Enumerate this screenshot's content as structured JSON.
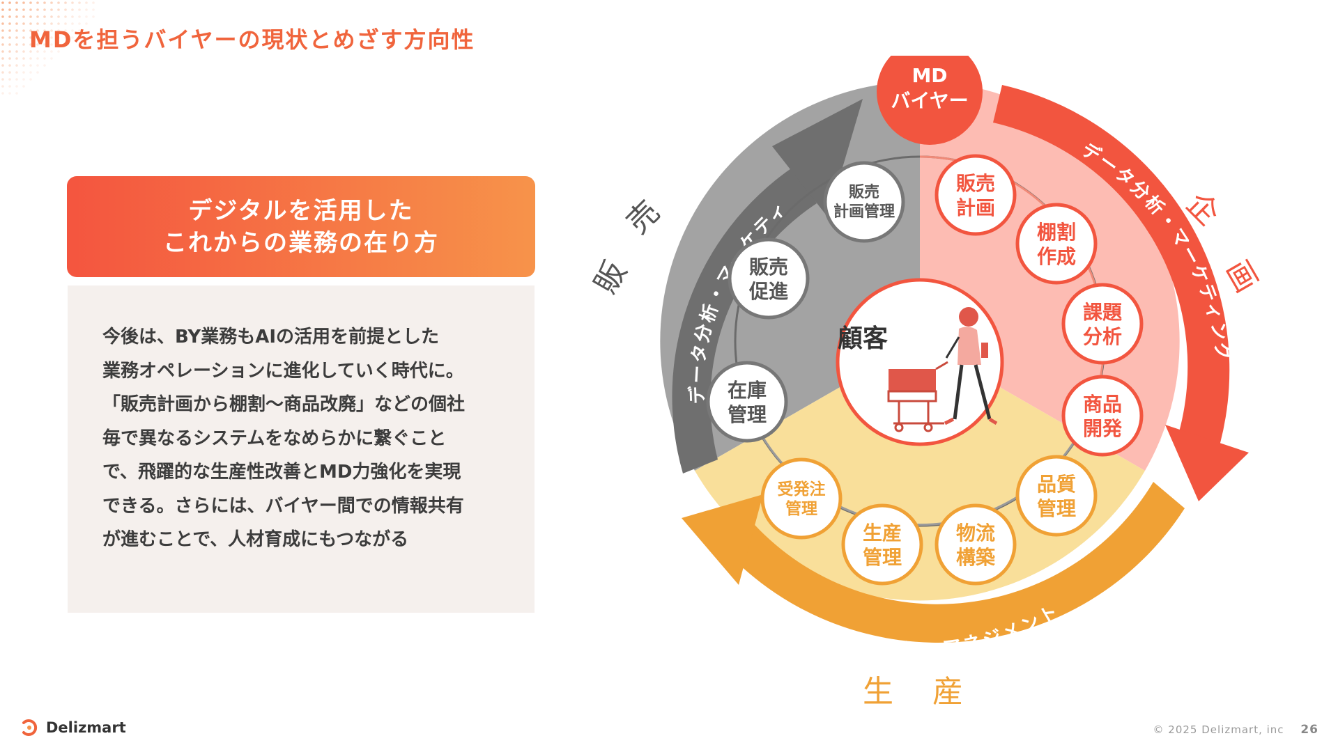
{
  "title": "MDを担うバイヤーの現状とめざす方向性",
  "card": {
    "head_line1": "デジタルを活用した",
    "head_line2": "これからの業務の在り方",
    "body_lines": [
      "今後は、BY業務もAIの活用を前提とした",
      "業務オペレーションに進化していく時代に。",
      "「販売計画から棚割〜商品改廃」などの個社",
      "毎で異なるシステムをなめらかに繋ぐこと",
      "で、飛躍的な生産性改善とMD力強化を実現",
      "できる。さらには、バイヤー間での情報共有",
      "が進むことで、人材育成にもつながる"
    ]
  },
  "diagram": {
    "top_badge": [
      "MD",
      "バイヤー"
    ],
    "center_label": "顧客",
    "sections": {
      "sales": {
        "label_chars": [
          "販",
          "売"
        ],
        "arc_text": "データ分析・マーケティング",
        "nodes": [
          [
            "販売",
            "計画管理"
          ],
          [
            "販売",
            "促進"
          ],
          [
            "在庫",
            "管理"
          ]
        ]
      },
      "planning": {
        "label_chars": [
          "企",
          "画"
        ],
        "arc_text": "データ分析・マーケティング",
        "nodes": [
          [
            "販売",
            "計画"
          ],
          [
            "棚割",
            "作成"
          ],
          [
            "課題",
            "分析"
          ],
          [
            "商品",
            "開発"
          ]
        ]
      },
      "production": {
        "label_chars": [
          "生",
          "産"
        ],
        "arc_text": "サプライチェーン・マネジメント",
        "nodes": [
          [
            "受発注",
            "管理"
          ],
          [
            "生産",
            "管理"
          ],
          [
            "物流",
            "構築"
          ],
          [
            "品質",
            "管理"
          ]
        ]
      }
    },
    "colors": {
      "sales_fill": "#a3a3a3",
      "sales_arrow": "#6f6f6f",
      "planning_fill": "#fdbcb3",
      "planning_arrow": "#f2553f",
      "production_fill": "#f9df9a",
      "production_arrow": "#f0a135",
      "badge": "#f2553f"
    }
  },
  "footer": {
    "brand": "Delizmart",
    "copyright": "© 2025 Delizmart, inc",
    "page": "26"
  }
}
